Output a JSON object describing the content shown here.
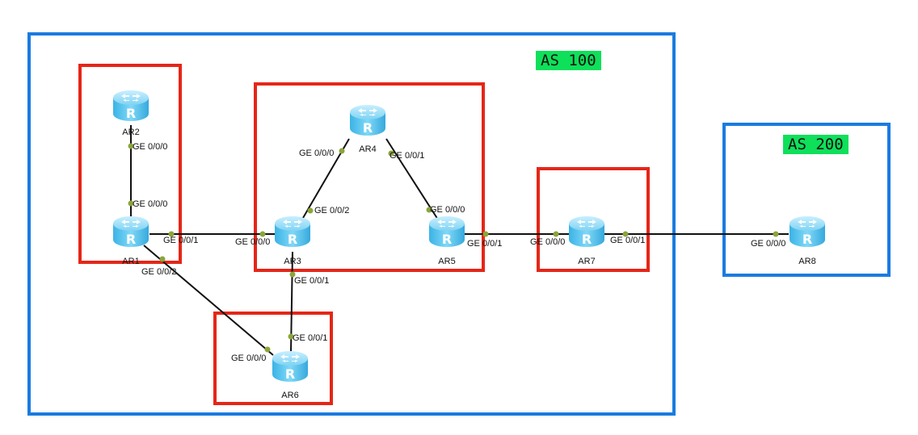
{
  "as_systems": [
    {
      "id": "as100",
      "label": "AS 100"
    },
    {
      "id": "as200",
      "label": "AS 200"
    }
  ],
  "routers": {
    "ar1": "AR1",
    "ar2": "AR2",
    "ar3": "AR3",
    "ar4": "AR4",
    "ar5": "AR5",
    "ar6": "AR6",
    "ar7": "AR7",
    "ar8": "AR8"
  },
  "router_icon_letter": "R",
  "links": [
    {
      "from": "AR2",
      "from_port": "GE 0/0/0",
      "to": "AR1",
      "to_port": "GE 0/0/0"
    },
    {
      "from": "AR1",
      "from_port": "GE 0/0/1",
      "to": "AR3",
      "to_port": "GE 0/0/0"
    },
    {
      "from": "AR1",
      "from_port": "GE 0/0/2",
      "to": "AR6",
      "to_port": "GE 0/0/0"
    },
    {
      "from": "AR3",
      "from_port": "GE 0/0/2",
      "to": "AR4",
      "to_port": "GE 0/0/0"
    },
    {
      "from": "AR4",
      "from_port": "GE 0/0/1",
      "to": "AR5",
      "to_port": "GE 0/0/0"
    },
    {
      "from": "AR3",
      "from_port": "GE 0/0/1",
      "to": "AR6",
      "to_port": "GE 0/0/1"
    },
    {
      "from": "AR5",
      "from_port": "GE 0/0/1",
      "to": "AR7",
      "to_port": "GE 0/0/0"
    },
    {
      "from": "AR7",
      "from_port": "GE 0/0/1",
      "to": "AR8",
      "to_port": "GE 0/0/0"
    }
  ],
  "colors": {
    "as_border": "#1a7be0",
    "area_border": "#e52618",
    "as_badge": "#0ee05a",
    "link": "#111111",
    "port_dot": "#8aa63a",
    "router_body": "#5ec8f0"
  }
}
